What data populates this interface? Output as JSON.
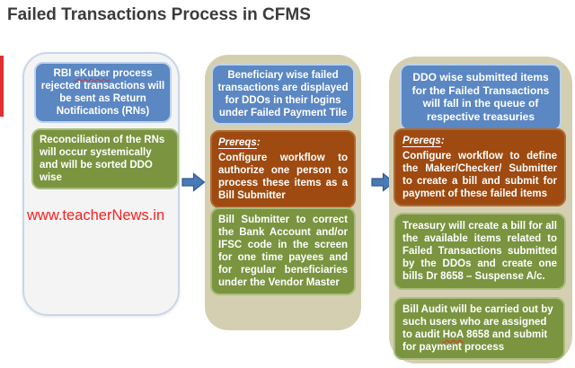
{
  "page": {
    "title": "Failed Transactions Process in CFMS",
    "watermark": "www.teacherNews.in"
  },
  "colors": {
    "blue": "#5b87c3",
    "blueBorder": "#bcd2ea",
    "orange": "#9e4a10",
    "orangeBorder": "#b06a31",
    "green": "#7a9440",
    "greenBorder": "#a9bd7c",
    "tan": "#d5cfb2",
    "panel": "#f4f4f4",
    "panelBorder": "#c9d7e8",
    "arrow": "#4a7ab5",
    "arrowStroke": "#2e5a8f",
    "titleColor": "#3b3b3b",
    "watermark": "#fe1e1e",
    "squiggle": "#e03030"
  },
  "icons": {
    "arrow1": "right-arrow-icon",
    "arrow2": "right-arrow-icon"
  },
  "diagram": {
    "stage1": {
      "blue": {
        "pre": "RBI ",
        "misspelled": "eKuber",
        "post": " process rejected transactions will be sent as Return Notifications (RNs)"
      },
      "green": "Reconciliation of the RNs will occur systemically and will be sorted DDO wise"
    },
    "stage2": {
      "blue": "Beneficiary wise failed transactions are displayed for DDOs in their logins under Failed Payment Tile",
      "orange": {
        "heading": "Prereqs",
        "colon": ":",
        "body": "Configure workflow to authorize one person to process these items as a Bill Submitter"
      },
      "green": "Bill Submitter to correct the Bank Account and/or IFSC code in the screen for one time payees and for regular beneficiaries under the Vendor Master"
    },
    "stage3": {
      "blue": "DDO wise submitted items for the Failed Transactions will fall in the queue of respective treasuries",
      "orange": {
        "heading": "Prereqs",
        "colon": ":",
        "body": "Configure workflow to define the Maker/Checker/ Submitter to create a bill and submit for payment of these failed items"
      },
      "green1": "Treasury will create a bill for all the available items related to Failed Transactions submitted by the DDOs and create one bills Dr 8658 – Suspense A/c.",
      "green2": {
        "pre": "Bill Audit will be carried out by such users who are assigned to audit ",
        "misspelled": "HoA",
        "post": " 8658 and submit for payment process"
      }
    }
  }
}
